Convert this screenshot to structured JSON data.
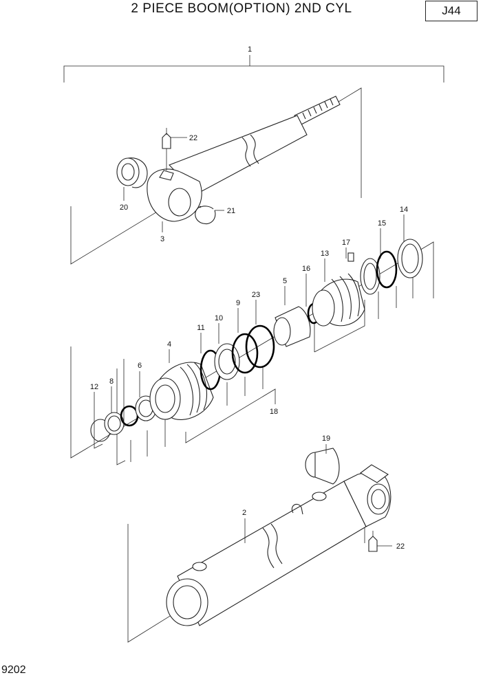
{
  "header": {
    "title": "2 PIECE BOOM(OPTION) 2ND CYL",
    "code": "J44"
  },
  "footer": {
    "page_number": "9202"
  },
  "callouts": {
    "c1": "1",
    "c2": "2",
    "c3": "3",
    "c4": "4",
    "c5": "5",
    "c6": "6",
    "c8": "8",
    "c9": "9",
    "c10": "10",
    "c11": "11",
    "c12": "12",
    "c13": "13",
    "c14": "14",
    "c15": "15",
    "c16": "16",
    "c17": "17",
    "c18": "18",
    "c19": "19",
    "c20": "20",
    "c21": "21",
    "c22a": "22",
    "c22b": "22",
    "c23": "23"
  }
}
